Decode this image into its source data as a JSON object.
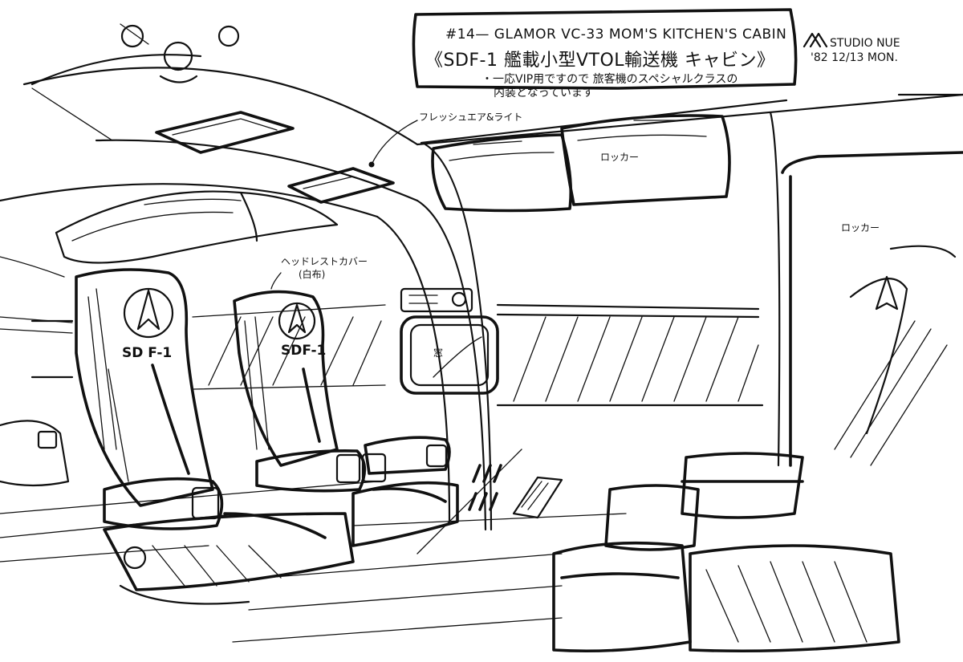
{
  "title_box": {
    "line1": "#14— GLAMOR VC-33 MOM'S KITCHEN'S CABIN",
    "line2": "《SDF-1 艦載小型VTOL輸送機 キャビン》",
    "line3": "・一応VIP用ですので 旅客機のスペシャルクラスの",
    "line4": "内装となっています"
  },
  "credit": {
    "studio": "STUDIO NUE",
    "date": "'82 12/13 MON."
  },
  "annotations": {
    "fresh_air_light": "フレッシュエア&ライト",
    "headrest_cover": "ヘッドレストカバー",
    "headrest_cover_material": "(白布)",
    "window": "窓",
    "locker_upper": "ロッカー",
    "locker_right": "ロッカー"
  },
  "seat_marks": {
    "seat_left": "SD F-1",
    "seat_right": "SDF-1"
  }
}
